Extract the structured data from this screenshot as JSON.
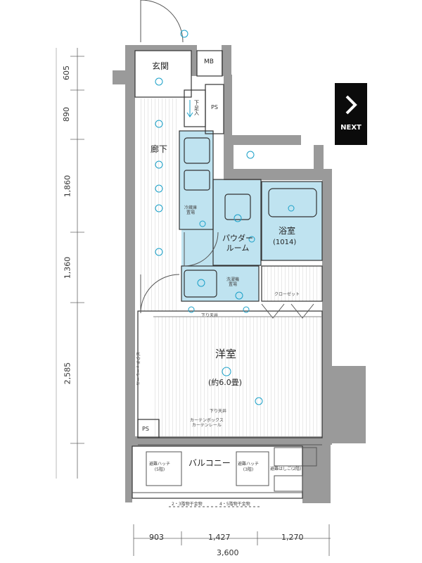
{
  "rooms": {
    "entrance": "玄関",
    "mb": "MB",
    "hall": "廊下",
    "shoe": "下\n足\n入",
    "ps_top": "PS",
    "fridge": "冷蔵庫\n置場",
    "powder_room": "パウダー\nルーム",
    "bath": "浴室",
    "bath_size": "(1014)",
    "washer": "洗濯機\n置場",
    "closet": "クローゼット",
    "western_room": "洋室",
    "western_size": "(約6.0畳)",
    "ps_bottom": "PS",
    "balcony": "バルコニー"
  },
  "notes": {
    "lowered_ceiling_1": "下り天井",
    "lowered_ceiling_2": "下り天井",
    "curtain": "カーテンボックス\nカーテンレール",
    "picture_rail": "ピクチャーレール",
    "hatch_left": "避難ハッチ\n(5階)",
    "hatch_right": "避難ハッチ\n(3階)",
    "ladder": "避難はしご(2階)",
    "rail_left": "2・3階物干金物",
    "rail_right": "4・5階物干金物"
  },
  "dimensions": {
    "vertical": [
      "605",
      "890",
      "1,860",
      "1,360",
      "2,585"
    ],
    "horizontal": [
      "903",
      "1,427",
      "1,270"
    ],
    "total_width": "3,600"
  },
  "nav": {
    "next_label": "NEXT"
  },
  "colors": {
    "wet_area": "#bfe3f0",
    "wall": "#9a9a9a",
    "symbol": "#1aa0c8"
  }
}
